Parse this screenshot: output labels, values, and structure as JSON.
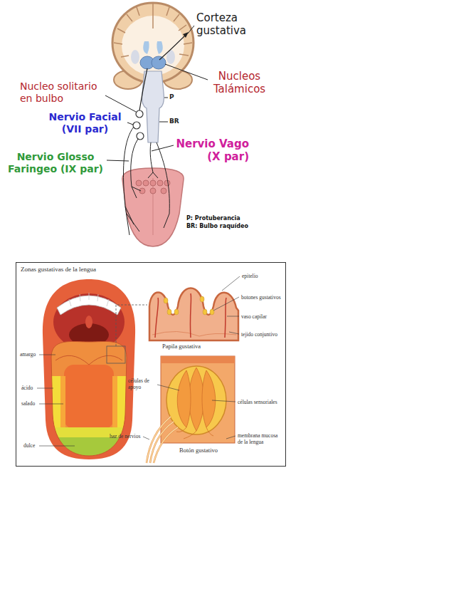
{
  "diagram": {
    "nodes": [
      {
        "text": [
          "Zonas gustativas de la lengua"
        ]
      }
    ],
    "labels": [
      "Corteza gustativa",
      "Nucleos Talámicos",
      "Nucleo solitario en bulbo",
      "P",
      "BR",
      "Nervio Facial (VII par)",
      "Nervio Vago (X par)",
      "Nervio Glosso Faringeo (IX par)",
      "P: Protuberancia",
      "BR: Bulbo raquídeo",
      "amargo",
      "ácido",
      "salado",
      "dulce",
      "epitelio",
      "botones gustativos",
      "vaso capilar",
      "tejido conjuntivo",
      "Papila gustativa",
      "células de apoyo",
      "células sensoriales",
      "haz de nervios",
      "membrana mucosa de la lengua",
      "Botón gustativo"
    ]
  }
}
